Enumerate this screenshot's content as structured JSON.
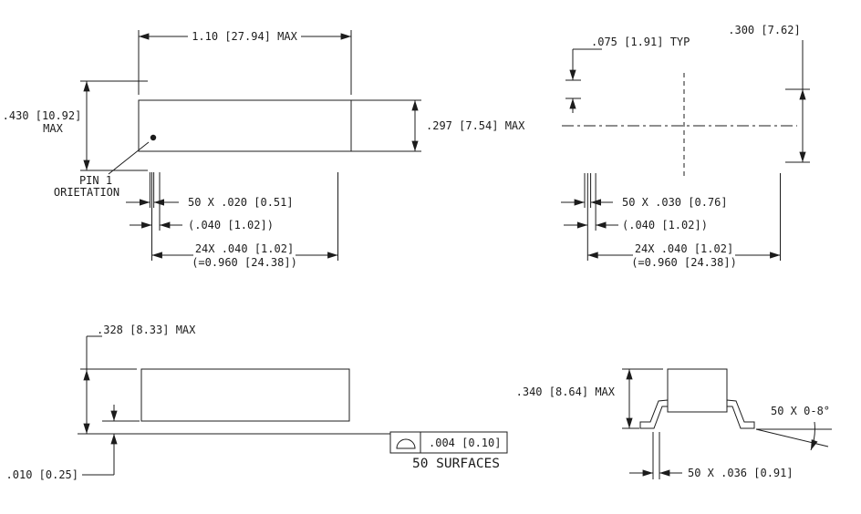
{
  "colors": {
    "line": "#1c1c1c",
    "background": "#ffffff"
  },
  "views": {
    "top_view": {
      "overall_width": "1.10 [27.94] MAX",
      "overall_height_line1": ".430 [10.92]",
      "overall_height_line2": "MAX",
      "body_width": ".297 [7.54] MAX",
      "pin1_line1": "PIN 1",
      "pin1_line2": "ORIETATION",
      "lead_width": "50 X .020 [0.51]",
      "lead_pitch": "(.040 [1.02])",
      "span_line1": "24X .040 [1.02]",
      "span_line2": "(=0.960 [24.38])"
    },
    "land_pattern": {
      "pad_length": ".075 [1.91] TYP",
      "row_spacing": ".300 [7.62]",
      "pad_width": "50 X .030 [0.76]",
      "pad_pitch": "(.040 [1.02])",
      "span_line1": "24X .040 [1.02]",
      "span_line2": "(=0.960 [24.38])"
    },
    "side_view": {
      "overall_height": ".328 [8.33] MAX",
      "standoff": ".010 [0.25]",
      "coplanarity": ".004 [0.10]",
      "coplanarity_note": "50 SURFACES"
    },
    "end_view": {
      "overall_height": ".340 [8.64] MAX",
      "lead_angle": "50 X 0-8°",
      "lead_thickness": "50 X .036 [0.91]"
    }
  }
}
